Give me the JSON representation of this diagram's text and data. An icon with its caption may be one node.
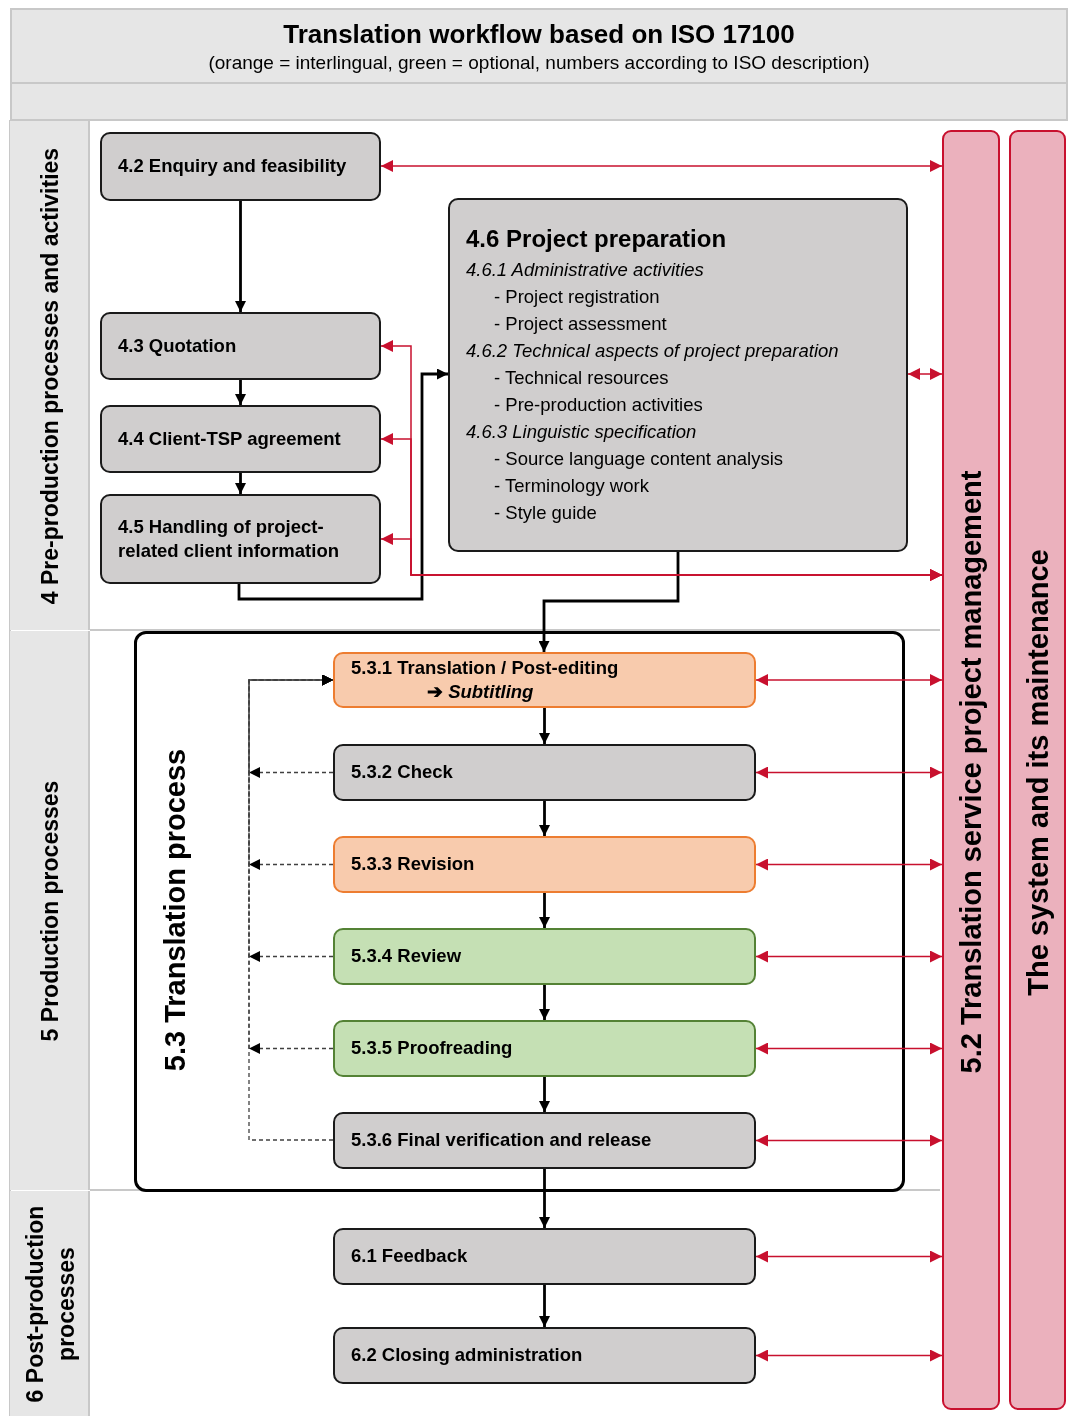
{
  "diagram": {
    "title": "Translation workflow based on ISO 17100",
    "nodes": [
      {
        "text": [
          "4 Pre-production processes and activities"
        ]
      },
      {
        "text": [
          "5 Production processes"
        ]
      },
      {
        "text": [
          "6 Post-production processes"
        ]
      },
      {
        "text": [
          "4.2 Enquiry and feasibility"
        ]
      },
      {
        "text": [
          "4.3 Quotation"
        ]
      },
      {
        "text": [
          "4.4 Client-TSP agreement"
        ]
      },
      {
        "text": [
          "4.5 Handling of project-related client information"
        ]
      },
      {
        "text": [
          "4.6 Project preparation",
          "4.6.1 Administrative activities",
          "- Project registration",
          "- Project assessment",
          "4.6.2 Technical aspects of project preparation",
          "- Technical resources",
          "- Pre-production activities",
          "4.6.3 Linguistic specification",
          "- Source language content analysis",
          "- Terminology work",
          "- Style guide"
        ]
      },
      {
        "text": [
          "5.3 Translation process"
        ]
      },
      {
        "text": [
          "5.3.1 Translation / Post-editing",
          "➔ *Subtitling*"
        ],
        "in": 8
      },
      {
        "text": [
          "5.3.2 Check"
        ],
        "in": 8
      },
      {
        "text": [
          "5.3.3 Revision"
        ],
        "in": 8
      },
      {
        "text": [
          "5.3.4 Review"
        ],
        "in": 8
      },
      {
        "text": [
          "5.3.5 Proofreading"
        ],
        "in": 8
      },
      {
        "text": [
          "5.3.6 Final verification and release"
        ],
        "in": 8
      },
      {
        "text": [
          "6.1 Feedback"
        ]
      },
      {
        "text": [
          "6.2 Closing administration"
        ]
      },
      {
        "text": [
          "5.2 Translation service project management"
        ]
      },
      {
        "text": [
          "The system and its maintenance"
        ]
      }
    ],
    "edges": [
      {
        "from": 3,
        "to": 4,
        "arrow": "to",
        "color": "#000000"
      },
      {
        "from": 4,
        "to": 5,
        "arrow": "to",
        "color": "#000000"
      },
      {
        "from": 5,
        "to": 6,
        "arrow": "to",
        "color": "#000000"
      },
      {
        "from": 6,
        "to": 7,
        "arrow": "to",
        "color": "#000000"
      },
      {
        "from": 7,
        "to": 9,
        "arrow": "to",
        "color": "#000000"
      },
      {
        "from": 9,
        "to": 10,
        "arrow": "to",
        "color": "#000000"
      },
      {
        "from": 10,
        "to": 11,
        "arrow": "to",
        "color": "#000000"
      },
      {
        "from": 11,
        "to": 12,
        "arrow": "to",
        "color": "#000000"
      },
      {
        "from": 12,
        "to": 13,
        "arrow": "to",
        "color": "#000000"
      },
      {
        "from": 13,
        "to": 14,
        "arrow": "to",
        "color": "#000000"
      },
      {
        "from": 14,
        "to": 15,
        "arrow": "to",
        "color": "#000000"
      },
      {
        "from": 15,
        "to": 16,
        "arrow": "to",
        "color": "#000000"
      },
      {
        "from": 14,
        "to": 9,
        "arrow": "to",
        "style": "dashed",
        "color": "#404040"
      },
      {
        "from": 10,
        "to": 9,
        "arrow": "to",
        "style": "dashed",
        "color": "#404040"
      },
      {
        "from": 11,
        "to": 9,
        "arrow": "to",
        "style": "dashed",
        "color": "#404040"
      },
      {
        "from": 12,
        "to": 9,
        "arrow": "to",
        "style": "dashed",
        "color": "#404040"
      },
      {
        "from": 13,
        "to": 9,
        "arrow": "to",
        "style": "dashed",
        "color": "#404040"
      },
      {
        "from": 3,
        "to": 17,
        "arrow": "both"
      },
      {
        "from": 7,
        "to": 17,
        "arrow": "both"
      },
      {
        "from": 4,
        "to": 17,
        "arrow": "both"
      },
      {
        "from": 5,
        "to": 17,
        "arrow": "both"
      },
      {
        "from": 6,
        "to": 17,
        "arrow": "both"
      },
      {
        "from": 9,
        "to": 17,
        "arrow": "both"
      },
      {
        "from": 10,
        "to": 17,
        "arrow": "both"
      },
      {
        "from": 11,
        "to": 17,
        "arrow": "both"
      },
      {
        "from": 12,
        "to": 17,
        "arrow": "both"
      },
      {
        "from": 13,
        "to": 17,
        "arrow": "both"
      },
      {
        "from": 14,
        "to": 17,
        "arrow": "both"
      },
      {
        "from": 15,
        "to": 17,
        "arrow": "both"
      },
      {
        "from": 16,
        "to": 17,
        "arrow": "both"
      }
    ],
    "labels": [
      "(orange = interlingual, green = optional, numbers according to ISO description)"
    ]
  }
}
